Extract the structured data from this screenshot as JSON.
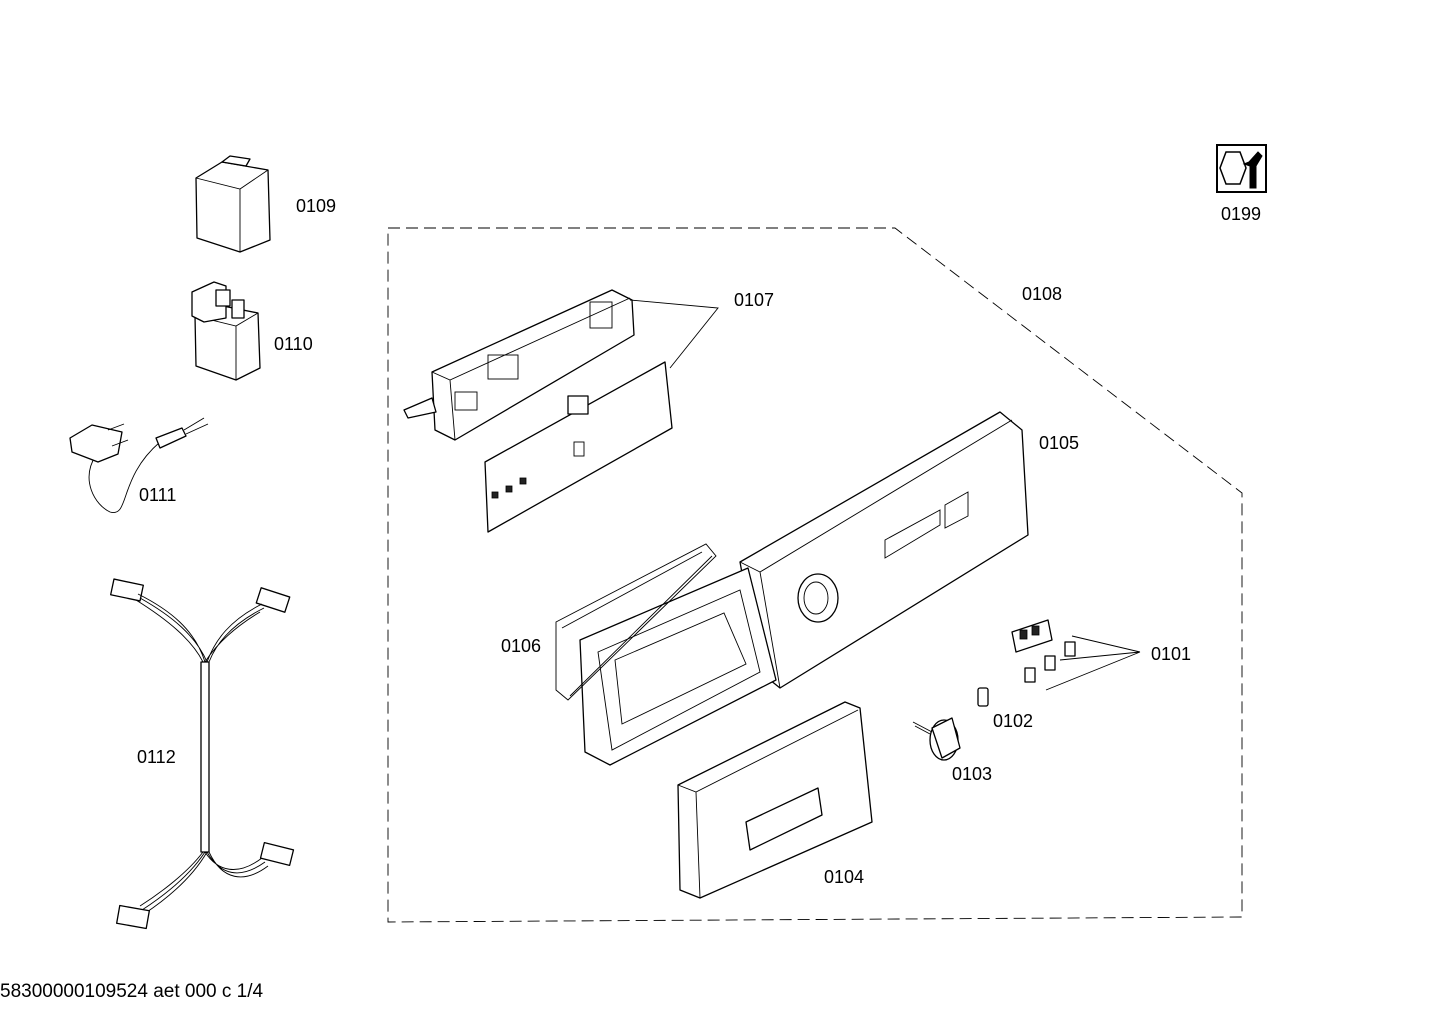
{
  "parts": [
    {
      "id": "p0101",
      "label": "0101"
    },
    {
      "id": "p0102",
      "label": "0102"
    },
    {
      "id": "p0103",
      "label": "0103"
    },
    {
      "id": "p0104",
      "label": "0104"
    },
    {
      "id": "p0105",
      "label": "0105"
    },
    {
      "id": "p0106",
      "label": "0106"
    },
    {
      "id": "p0107",
      "label": "0107"
    },
    {
      "id": "p0108",
      "label": "0108"
    },
    {
      "id": "p0109",
      "label": "0109"
    },
    {
      "id": "p0110",
      "label": "0110"
    },
    {
      "id": "p0111",
      "label": "0111"
    },
    {
      "id": "p0112",
      "label": "0112"
    },
    {
      "id": "p0199",
      "label": "0199"
    }
  ],
  "footer": {
    "doc_code": "58300000109524 aet 000 c 1/4"
  },
  "icons": {
    "tool": "spanner-nut-icon"
  }
}
